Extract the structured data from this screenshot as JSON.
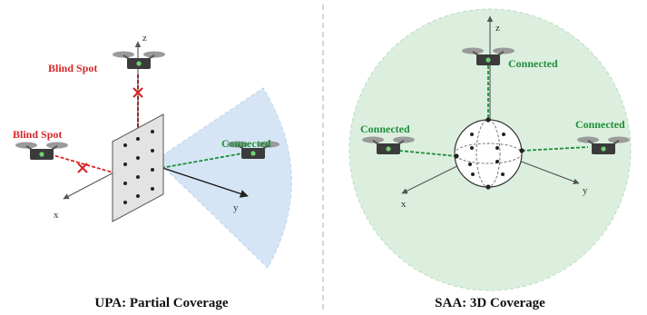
{
  "left_panel": {
    "caption": "UPA: Partial Coverage",
    "top_drone_label": "Blind Spot",
    "left_drone_label": "Blind Spot",
    "right_drone_label": "Connected",
    "axes": {
      "x": "x",
      "y": "y",
      "z": "z"
    }
  },
  "right_panel": {
    "caption": "SAA: 3D Coverage",
    "top_drone_label": "Connected",
    "left_drone_label": "Connected",
    "right_drone_label": "Connected",
    "axes": {
      "x": "x",
      "y": "y",
      "z": "z"
    }
  },
  "colors": {
    "blocked": "#d62728",
    "connected": "#1f8f3a",
    "upa_coverage": "#cfe1f3",
    "saa_coverage": "#d6ecd9",
    "divider": "#bbbbbb"
  },
  "icons": [
    "drone-icon",
    "blocked-x-icon",
    "upa-panel",
    "saa-sphere"
  ]
}
